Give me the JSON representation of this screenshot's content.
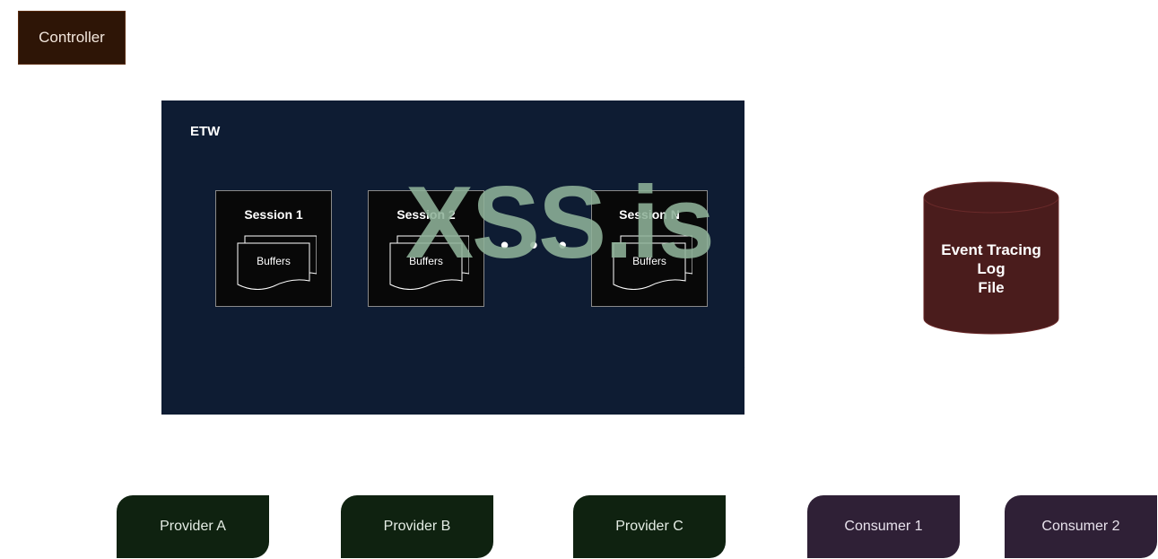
{
  "controller": {
    "label": "Controller"
  },
  "etw": {
    "label": "ETW"
  },
  "sessions": [
    {
      "title": "Session 1",
      "buffers_label": "Buffers"
    },
    {
      "title": "Session 2",
      "buffers_label": "Buffers"
    },
    {
      "title": "Session N",
      "buffers_label": "Buffers"
    }
  ],
  "ellipsis": "• • •",
  "watermark": "XSS.is",
  "log_file": {
    "line1": "Event Tracing",
    "line2": "Log",
    "line3": "File"
  },
  "providers": [
    {
      "label": "Provider A"
    },
    {
      "label": "Provider B"
    },
    {
      "label": "Provider C"
    }
  ],
  "consumers": [
    {
      "label": "Consumer 1"
    },
    {
      "label": "Consumer 2"
    }
  ],
  "colors": {
    "controller": "#2e1506",
    "etw_background": "#0e1c33",
    "session_background": "#080808",
    "log_file": "#4a1c1c",
    "provider": "#0f2210",
    "consumer": "#2f2036",
    "watermark": "#8eb298"
  }
}
